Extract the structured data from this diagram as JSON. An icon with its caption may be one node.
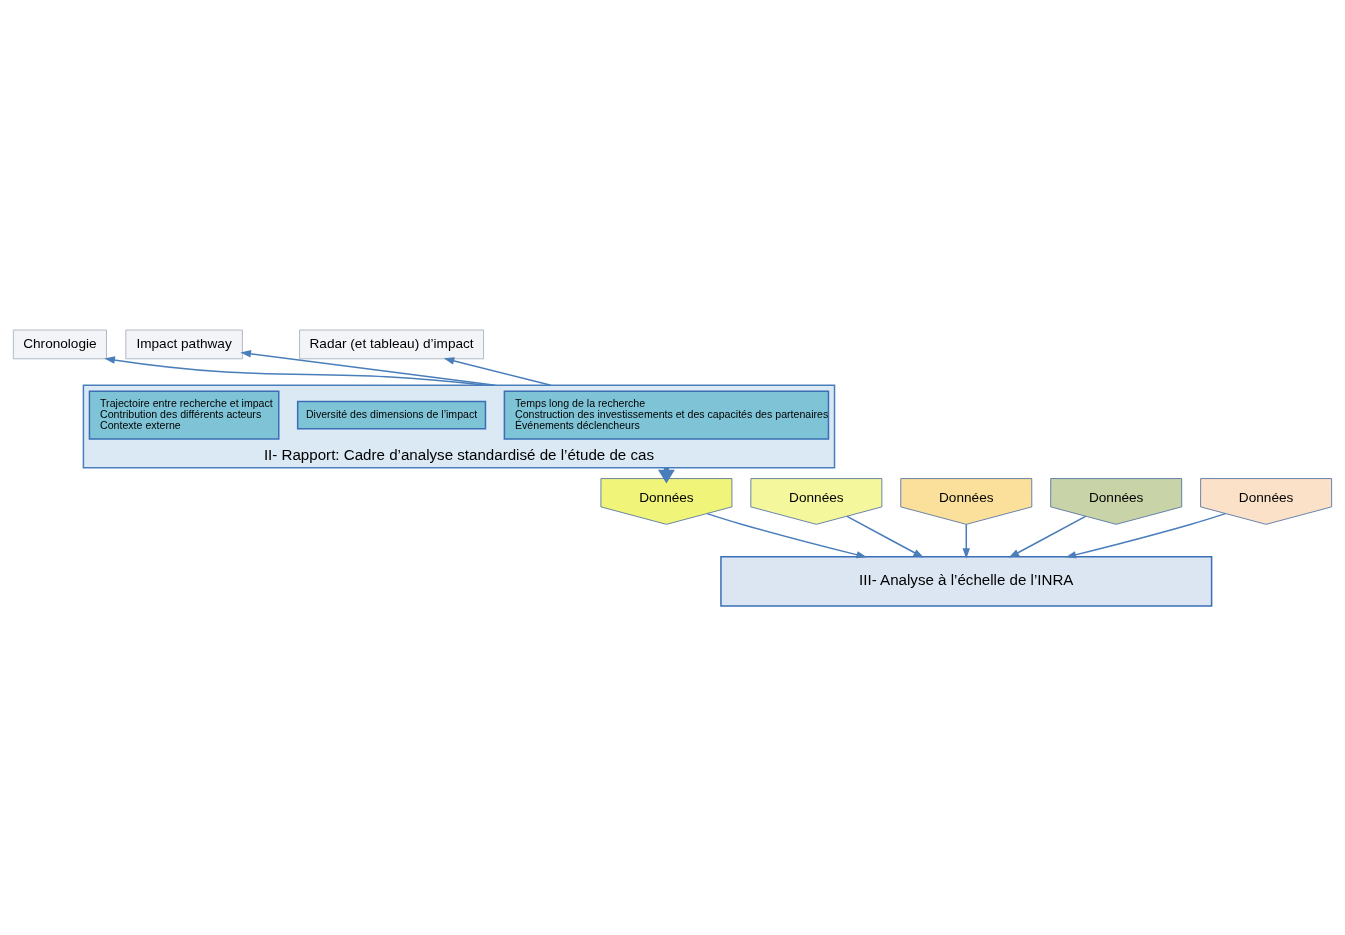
{
  "diagram": {
    "nodes": [
      {
        "text": [
          "Chronologie"
        ]
      },
      {
        "text": [
          "Impact pathway"
        ]
      },
      {
        "text": [
          "Radar (et tableau) d’impact"
        ]
      },
      {
        "text": [
          "II- Rapport: Cadre d’analyse standardisé de l’étude de cas"
        ]
      },
      {
        "text": [
          "Temps long de la recherche",
          "Construction des investissements et des capacités des partenaires",
          "Événements déclencheurs"
        ],
        "in": 3
      },
      {
        "text": [
          "Trajectoire entre recherche et impact",
          "Contribution des différents acteurs",
          "Contexte externe"
        ],
        "in": 3
      },
      {
        "text": [
          "Diversité des dimensions de l’impact"
        ],
        "in": 3
      },
      {
        "text": [
          "Données"
        ]
      },
      {
        "text": [
          "Données"
        ]
      },
      {
        "text": [
          "Données"
        ]
      },
      {
        "text": [
          "Données"
        ]
      },
      {
        "text": [
          "Données"
        ]
      },
      {
        "text": [
          "III- Analyse à l’échelle de l’INRA"
        ]
      }
    ],
    "edges": [
      {
        "from": 3,
        "to": 0,
        "arrow": "to"
      },
      {
        "from": 3,
        "to": 1,
        "arrow": "to"
      },
      {
        "from": 3,
        "to": 2,
        "arrow": "to"
      },
      {
        "from": 3,
        "to": 9,
        "arrow": "to",
        "style": "thick"
      },
      {
        "from": 7,
        "to": 12,
        "arrow": "to"
      },
      {
        "from": 8,
        "to": 12,
        "arrow": "to"
      },
      {
        "from": 9,
        "to": 12,
        "arrow": "to"
      },
      {
        "from": 10,
        "to": 12,
        "arrow": "to"
      },
      {
        "from": 11,
        "to": 12,
        "arrow": "to"
      }
    ]
  }
}
